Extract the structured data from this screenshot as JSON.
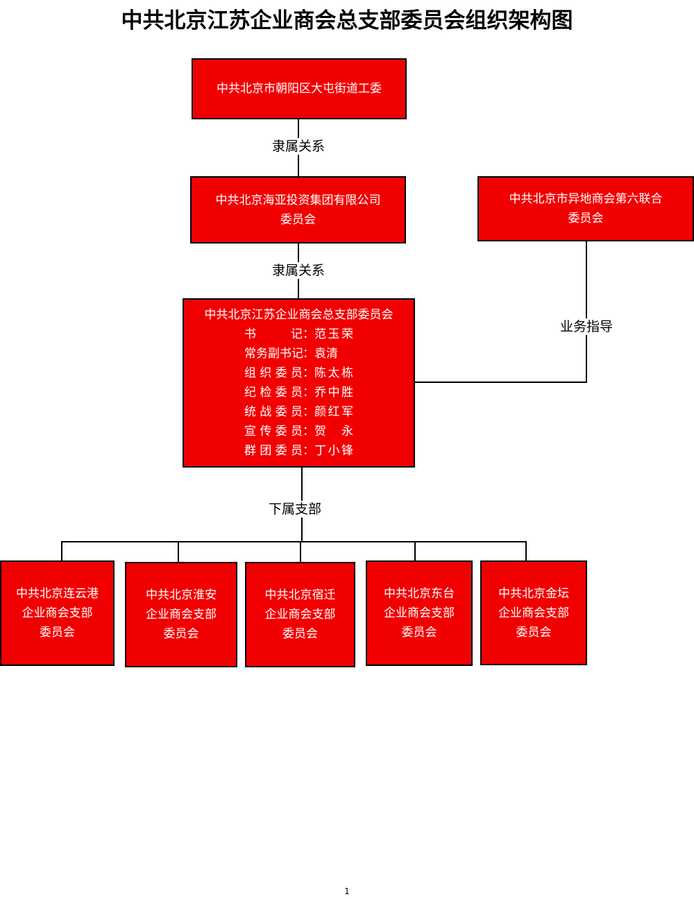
{
  "title": "中共北京江苏企业商会总支部委员会组织架构图",
  "boxes": {
    "street_committee": {
      "lines": [
        "中共北京市朝阳区大屯街道工委"
      ]
    },
    "haiya_committee": {
      "lines": [
        "中共北京海亚投资集团有限公司",
        "委员会"
      ]
    },
    "sixth_joint_committee": {
      "lines": [
        "中共北京市异地商会第六联合",
        "委员会"
      ]
    },
    "general_branch": {
      "heading": "中共北京江苏企业商会总支部委员会",
      "members": [
        {
          "role": "书记",
          "sep": "：",
          "name": "范玉荣"
        },
        {
          "role": "常务副书记",
          "sep": "：",
          "name": "袁清"
        },
        {
          "role": "组织委员",
          "sep": "：",
          "name": "陈太栋"
        },
        {
          "role": "纪检委员",
          "sep": "：",
          "name": "乔中胜"
        },
        {
          "role": "统战委员",
          "sep": "：",
          "name": "颜红军"
        },
        {
          "role": "宣传委员",
          "sep": "：",
          "name": "贺永"
        },
        {
          "role": "群团委员",
          "sep": "：",
          "name": "丁小锋"
        }
      ]
    },
    "branches": [
      {
        "lines": [
          "中共北京连云港",
          "企业商会支部",
          "委员会"
        ]
      },
      {
        "lines": [
          "中共北京淮安",
          "企业商会支部",
          "委员会"
        ]
      },
      {
        "lines": [
          "中共北京宿迁",
          "企业商会支部",
          "委员会"
        ]
      },
      {
        "lines": [
          "中共北京东台",
          "企业商会支部",
          "委员会"
        ]
      },
      {
        "lines": [
          "中共北京金坛",
          "企业商会支部",
          "委员会"
        ]
      }
    ]
  },
  "connector_labels": {
    "affiliation_1": "隶属关系",
    "affiliation_2": "隶属关系",
    "business_guidance": "业务指导",
    "subordinate_branches": "下属支部"
  },
  "page_number": "1",
  "colors": {
    "box_fill": "#f00000",
    "box_border": "#000000",
    "box_text": "#ffffff"
  }
}
